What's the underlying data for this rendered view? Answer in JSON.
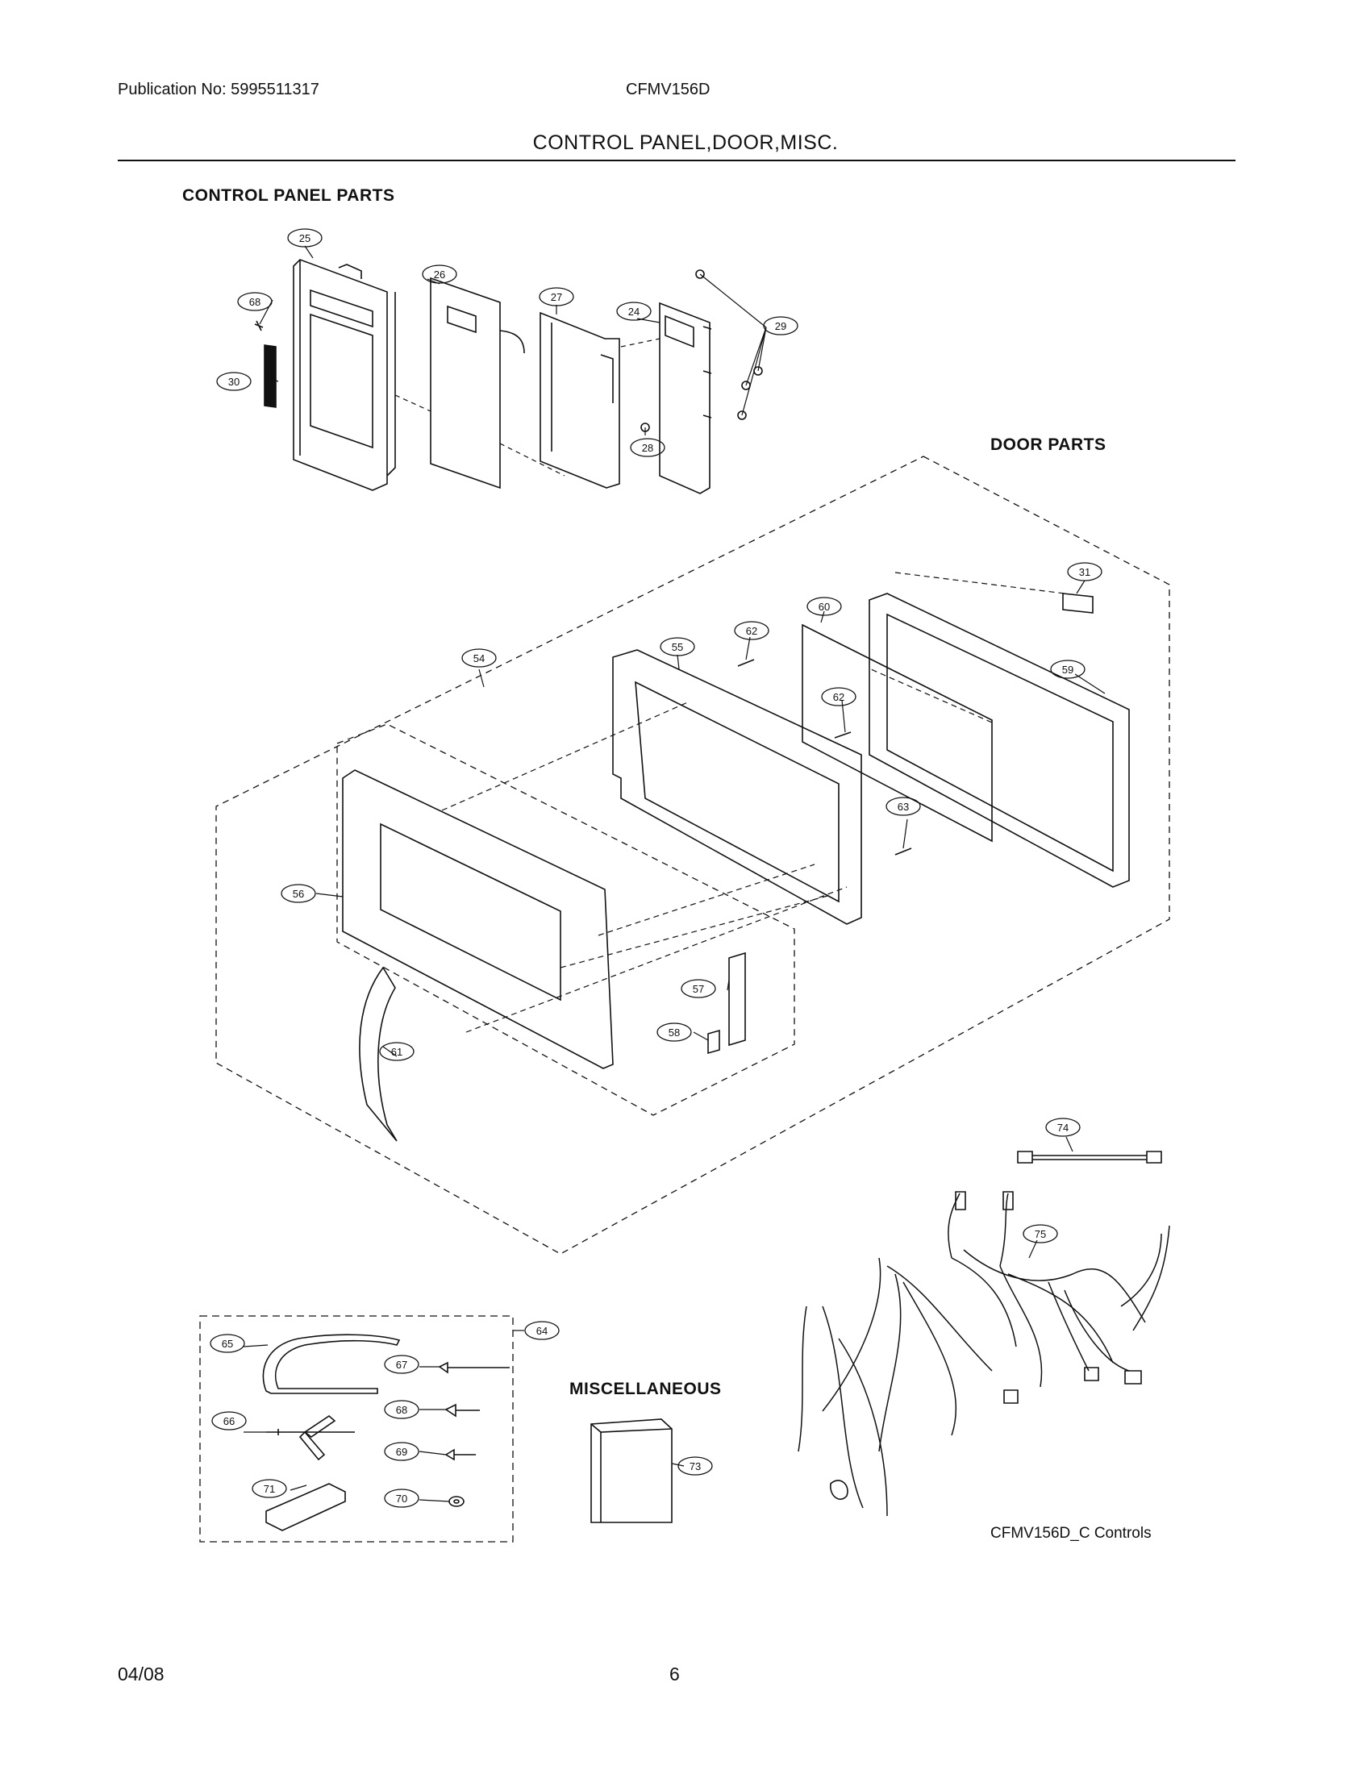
{
  "header": {
    "publication": "Publication No: 5995511317",
    "model": "CFMV156D",
    "title": "CONTROL PANEL,DOOR,MISC."
  },
  "sections": {
    "control_panel": "CONTROL PANEL PARTS",
    "door": "DOOR  PARTS",
    "misc": "MISCELLANEOUS"
  },
  "callouts": [
    "24",
    "25",
    "26",
    "27",
    "28",
    "29",
    "30",
    "31",
    "54",
    "55",
    "56",
    "57",
    "58",
    "59",
    "60",
    "61",
    "62",
    "63",
    "64",
    "65",
    "66",
    "67",
    "68",
    "69",
    "70",
    "71",
    "73",
    "74",
    "75"
  ],
  "caption": "CFMV156D_C Controls",
  "footer": {
    "date": "04/08",
    "page": "6"
  }
}
